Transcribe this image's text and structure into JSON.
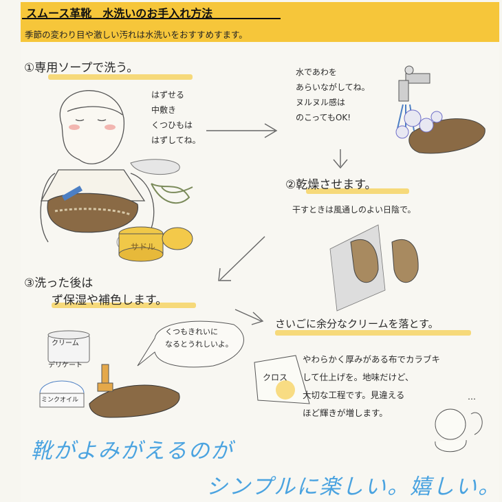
{
  "header": {
    "title": "スムース革靴　水洗いのお手入れ方法",
    "subtitle": "季節の変わり目や激しい汚れは水洗いをおすすめすます。"
  },
  "steps": {
    "step1": "①専用ソープで洗う。",
    "step1_note": [
      "はずせる",
      "中敷き",
      "くつひもは",
      "はずしてね。"
    ],
    "water_note": [
      "水であわを",
      "あらいながしてね。",
      "ヌルヌル感は",
      "のこってもOK!"
    ],
    "step2": "②乾燥させます。",
    "step2_note": "干すときは風通しのよい日陰で。",
    "step3_line1": "③洗った後は",
    "step3_line2": "ず保湿や補色します。",
    "bubble": [
      "くつもきれいに",
      "なるとうれしいよ。"
    ],
    "last_title": "さいごに余分なクリームを落とす。",
    "last_note": [
      "やわらかく厚みがある布でカラブキ",
      "して仕上げを。地味だけど、",
      "大切な工程です。見違える",
      "ほど輝きが増します。"
    ]
  },
  "labels": {
    "soap": "サドル",
    "cream": "クリーム",
    "delicate": "デリケート",
    "mink": "ミンクオイル",
    "cloth": "クロス",
    "dots": "…"
  },
  "footer": {
    "line1": "靴がよみがえるのが",
    "line2": "シンプルに楽しい。嬉しい。"
  },
  "colors": {
    "header_bg": "#f6c63a",
    "highlight": "#f6cf52",
    "accent_text": "#4aa3e0"
  }
}
